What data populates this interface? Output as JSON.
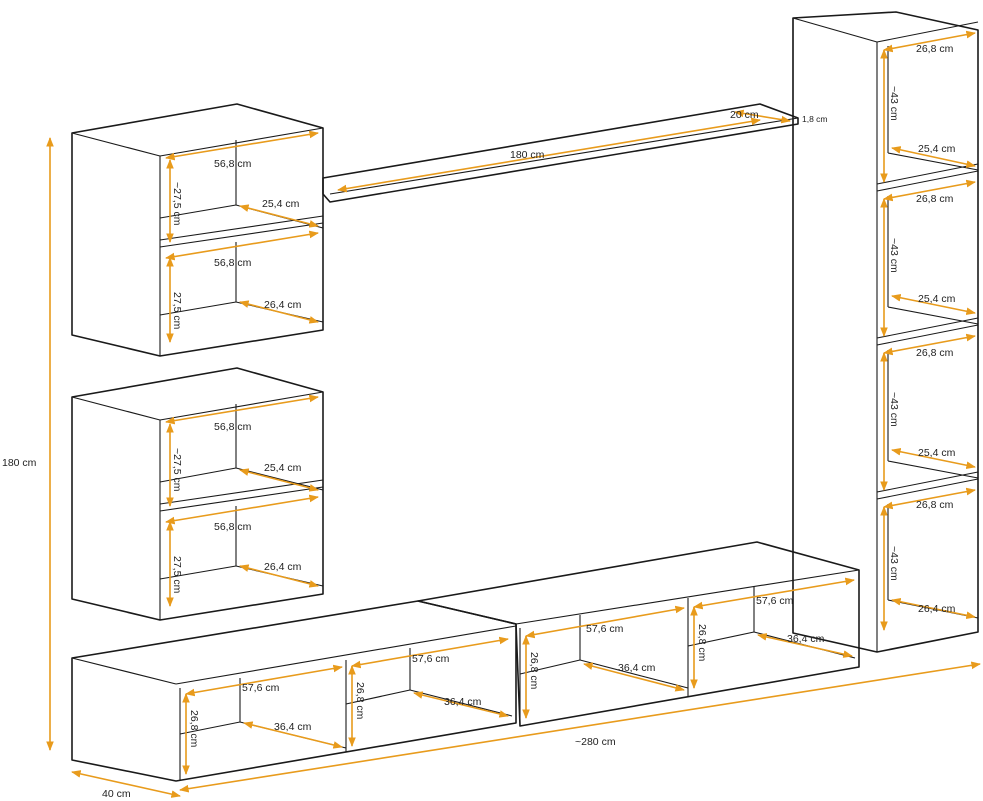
{
  "labels": {
    "total_height": "180 cm",
    "total_width": "~280 cm",
    "depth": "40 cm",
    "shelf_length": "180 cm",
    "shelf_depth": "20 cm",
    "shelf_thickness": "1,8 cm",
    "wall_upper": {
      "top_width": "56,8 cm",
      "top_height": "~27,5 cm",
      "top_depth": "25,4 cm",
      "bottom_width": "56,8 cm",
      "bottom_height": "27,5 cm",
      "bottom_depth": "26,4 cm"
    },
    "wall_lower": {
      "top_width": "56,8 cm",
      "top_height": "~27,5 cm",
      "top_depth": "25,4 cm",
      "bottom_width": "56,8 cm",
      "bottom_height": "27,5 cm",
      "bottom_depth": "26,4 cm"
    },
    "column": {
      "c1_width": "26,8 cm",
      "c1_height": "~43 cm",
      "c1_depth": "25,4 cm",
      "c2_width": "26,8 cm",
      "c2_height": "~43 cm",
      "c2_depth": "25,4 cm",
      "c3_width": "26,8 cm",
      "c3_height": "~43 cm",
      "c3_depth": "25,4 cm",
      "c4_width": "26,8 cm",
      "c4_height": "~43 cm",
      "c4_depth": "26,4 cm"
    },
    "tv_left": {
      "a_width": "57,6 cm",
      "a_height": "26,8 cm",
      "a_depth": "36,4 cm",
      "b_width": "57,6 cm",
      "b_height": "26,8 cm",
      "b_depth": "36,4 cm"
    },
    "tv_right": {
      "a_width": "57,6 cm",
      "a_height": "26,8 cm",
      "a_depth": "36,4 cm",
      "b_width": "57,6 cm",
      "b_height": "26,8 cm",
      "b_depth": "36,4 cm"
    }
  }
}
